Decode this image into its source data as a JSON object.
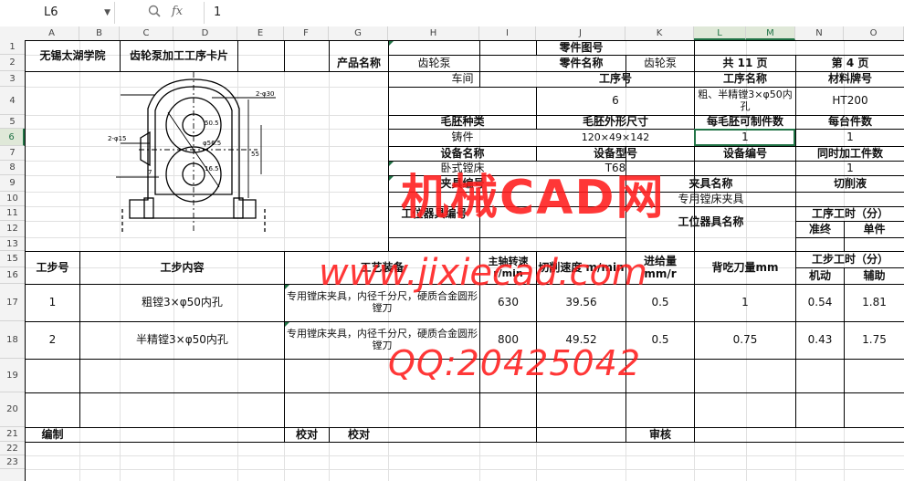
{
  "formula_bar": {
    "name_box": "L6",
    "fx_label": "fx",
    "formula_value": "1"
  },
  "columns": [
    "A",
    "B",
    "C",
    "D",
    "E",
    "F",
    "G",
    "H",
    "I",
    "J",
    "K",
    "L",
    "M",
    "N",
    "O"
  ],
  "rows": [
    "1",
    "2",
    "3",
    "4",
    "5",
    "6",
    "7",
    "8",
    "9",
    "10",
    "11",
    "12",
    "13",
    "15",
    "16",
    "17",
    "18",
    "19",
    "20",
    "21",
    "22",
    "23"
  ],
  "sheet": {
    "school": "无锡太湖学院",
    "card_title": "齿轮泵加工工序卡片",
    "product_name_label": "产品名称",
    "product_name": "齿轮泵",
    "part_drawing_no_label": "零件图号",
    "part_name_label": "零件名称",
    "part_name": "齿轮泵",
    "total_pages": "共 11 页",
    "page_no": "第 4 页",
    "workshop_label": "车间",
    "process_no_label": "工序号",
    "process_name_label": "工序名称",
    "material_label": "材料牌号",
    "process_no": "6",
    "process_name": "粗、半精镗3×φ50内孔",
    "material": "HT200",
    "blank_type_label": "毛胚种类",
    "blank_size_label": "毛胚外形尺寸",
    "pieces_per_blank_label": "每毛胚可制件数",
    "pieces_per_machine_label": "每台件数",
    "blank_type": "铸件",
    "blank_size": "120×49×142",
    "pieces_per_blank": "1",
    "pieces_per_machine": "1",
    "equip_name_label": "设备名称",
    "equip_model_label": "设备型号",
    "equip_no_label": "设备编号",
    "simul_parts_label": "同时加工件数",
    "equip_name": "卧式镗床",
    "equip_model": "T68",
    "simul_parts": "1",
    "fixture_no_label": "夹具编号",
    "fixture_name_label": "夹具名称",
    "coolant_label": "切削液",
    "fixture_name": "专用镗床夹具",
    "station_tool_no_label": "工位器具编号",
    "station_tool_name_label": "工位器具名称",
    "process_time_label": "工序工时（分）",
    "prep_label": "准终",
    "unit_label": "单件",
    "step_no_label": "工步号",
    "step_content_label": "工步内容",
    "equipment_label": "工艺装备",
    "spindle_speed_label": "主轴转速 r/min",
    "cut_speed_label": "切削速度 m/min",
    "feed_label": "进给量 mm/r",
    "depth_label": "背吃刀量mm",
    "step_time_label": "工步工时（分）",
    "machine_label": "机动",
    "aux_label": "辅助",
    "steps": [
      {
        "no": "1",
        "content": "粗镗3×φ50内孔",
        "equipment": "专用镗床夹具，内径千分尺，硬质合金圆形镗刀",
        "speed": "630",
        "cut": "39.56",
        "feed": "0.5",
        "depth": "1",
        "machine": "0.54",
        "aux": "1.81"
      },
      {
        "no": "2",
        "content": "半精镗3×φ50内孔",
        "equipment": "专用镗床夹具，内径千分尺，硬质合金圆形镗刀",
        "speed": "800",
        "cut": "49.52",
        "feed": "0.5",
        "depth": "0.75",
        "machine": "0.43",
        "aux": "1.75"
      }
    ],
    "compiled_label": "编制",
    "proofread_label1": "校对",
    "proofread_label2": "校对",
    "audit_label": "审核"
  },
  "drawing": {
    "dim1": "2-φ15",
    "dim2": "2-φ30",
    "dim3": "φ56.5",
    "dim4": "50.5",
    "dim5": "16.5",
    "dim6": "7",
    "dim7": "55"
  },
  "watermark": {
    "line1": "机械CAD网",
    "line2": "www.jixiecad.com",
    "line3": "QQ:20425042"
  },
  "colors": {
    "accent": "#217346",
    "watermark": "#ff1c1c",
    "grid": "#e1e1e1"
  }
}
